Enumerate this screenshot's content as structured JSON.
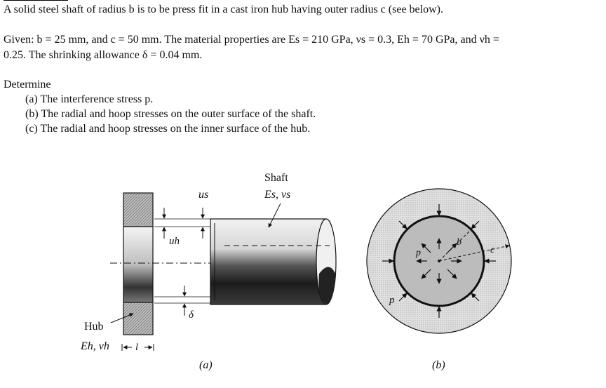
{
  "problem": {
    "intro": "A solid steel shaft of radius b is to be press fit in a cast iron hub having outer radius c (see below).",
    "given_line1": "Given: b = 25 mm, and c = 50 mm. The material properties are Es = 210 GPa, νs = 0.3, Eh = 70 GPa, and νh =",
    "given_line2": "0.25. The shrinking allowance δ = 0.04 mm.",
    "determine": "Determine",
    "tasks": [
      "(a) The interference stress p.",
      "(b) The radial and hoop stresses on the outer surface of the shaft.",
      "(c) The radial and hoop stresses on the inner surface of the hub."
    ]
  },
  "figure": {
    "shaft_label": "Shaft",
    "shaft_props": "Es, νs",
    "us_label": "us",
    "uh_label": "uh",
    "delta_label": "δ",
    "hub_label": "Hub",
    "hub_props": "Eh, νh",
    "l_label": "l",
    "caption_a": "(a)",
    "caption_b": "(b)",
    "p_label": "p",
    "b_label": "b",
    "c_label": "c"
  }
}
